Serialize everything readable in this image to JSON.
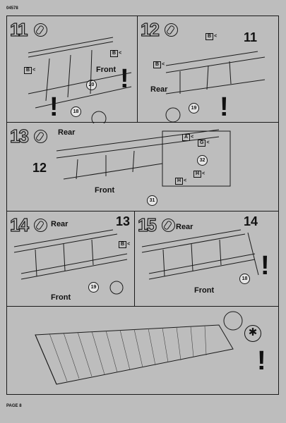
{
  "doc_id": "04578",
  "page_label": "PAGE 8",
  "steps": [
    {
      "number": "11",
      "labels": {
        "front": "Front"
      },
      "parts": [
        "20",
        "18"
      ],
      "decals": [
        "B",
        "B"
      ]
    },
    {
      "number": "12",
      "labels": {
        "rear": "Rear",
        "ref": "11"
      },
      "parts": [
        "19"
      ],
      "decals": [
        "B",
        "B"
      ]
    },
    {
      "number": "13",
      "labels": {
        "rear": "Rear",
        "front": "Front",
        "ref": "12"
      },
      "parts": [
        "32",
        "31"
      ],
      "decals": [
        "A",
        "G",
        "H",
        "H"
      ]
    },
    {
      "number": "14",
      "labels": {
        "rear": "Rear",
        "front": "Front",
        "ref": "13"
      },
      "parts": [
        "19"
      ],
      "decals": [
        "B"
      ]
    },
    {
      "number": "15",
      "labels": {
        "rear": "Rear",
        "front": "Front",
        "ref": "14"
      },
      "parts": [
        "18"
      ],
      "decals": []
    }
  ],
  "icons": {
    "tool": "glue-tube-icon",
    "clock": "clock-icon",
    "snowflake": "cold-snowflake-icon",
    "warning": "exclamation-icon"
  }
}
